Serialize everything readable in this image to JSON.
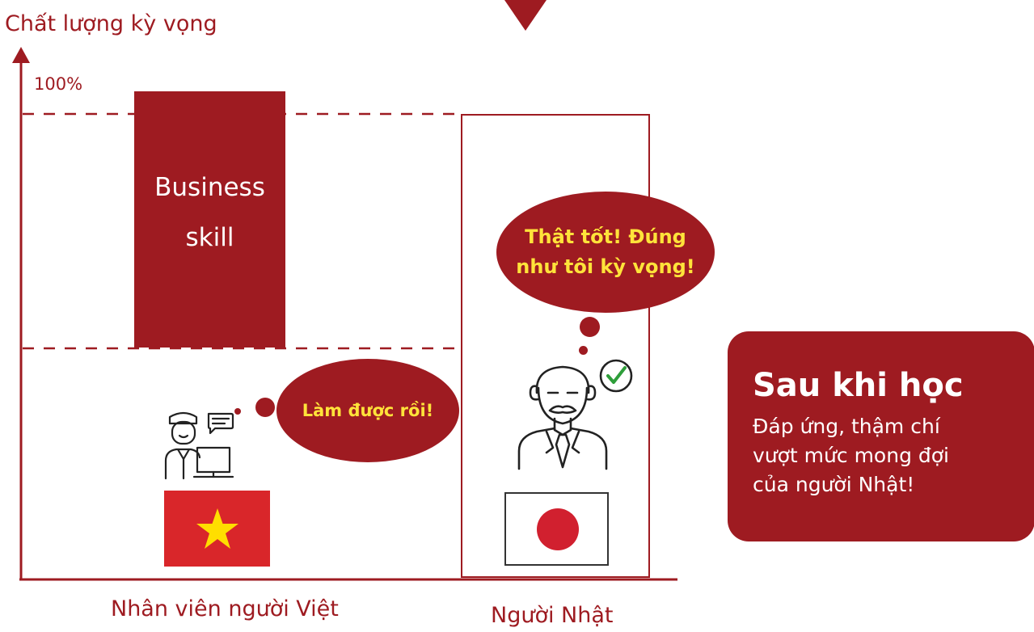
{
  "axis": {
    "y_title": "Chất lượng kỳ vọng",
    "y_max_label": "100%"
  },
  "bar": {
    "line1": "Business",
    "line2": "skill"
  },
  "bubbles": {
    "japanese": {
      "line1": "Thật tốt! Đúng",
      "line2": "như tôi kỳ vọng!"
    },
    "vietnamese": "Làm được rồi!"
  },
  "categories": {
    "vietnamese": "Nhân viên người Việt",
    "japanese": "Người Nhật"
  },
  "panel": {
    "heading": "Sau khi học",
    "line1": "Đáp ứng, thậm chí",
    "line2": "vượt mức mong đợi",
    "line3": "của người Nhật!"
  },
  "colors": {
    "accent": "#9e1b21",
    "bubble_text": "#ffe33a",
    "vn_flag": "#d9262a",
    "vn_star": "#ffde00",
    "jp_sun": "#d1202f",
    "check": "#2e9e3a"
  }
}
